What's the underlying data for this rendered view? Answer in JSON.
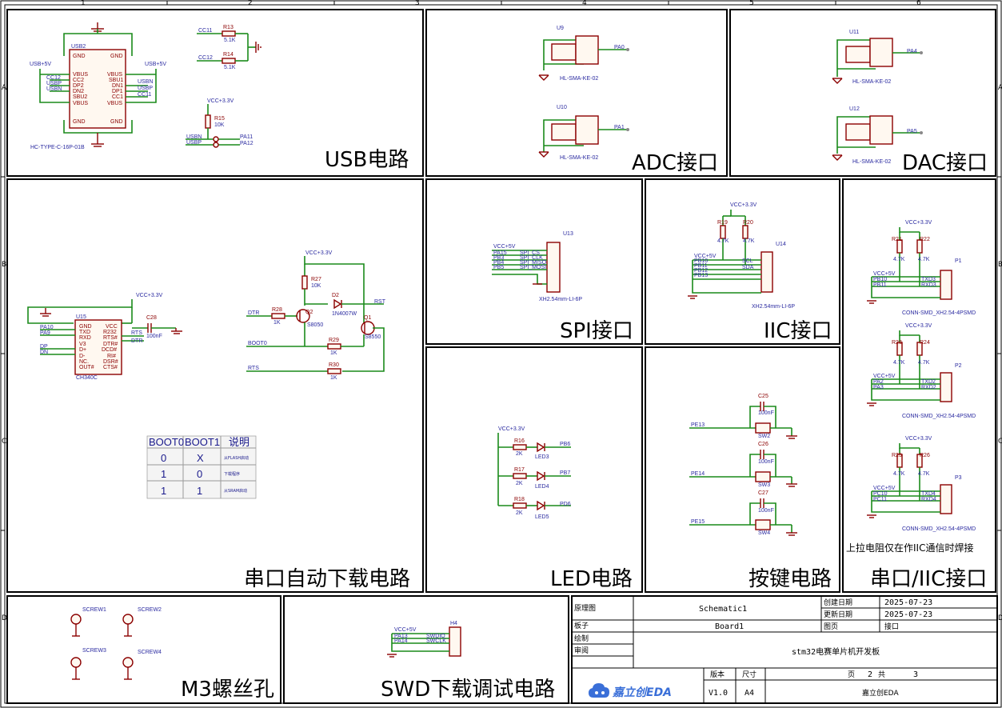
{
  "panels": {
    "usb": "USB电路",
    "adc": "ADC接口",
    "dac": "DAC接口",
    "serial_dl": "串口自动下载电路",
    "spi": "SPI接口",
    "iic": "IIC接口",
    "serial_iic": "串口/IIC接口",
    "led": "LED电路",
    "key": "按键电路",
    "screw": "M3螺丝孔",
    "swd": "SWD下载调试电路"
  },
  "iic_note": "上拉电阻仅在作IIC通信时焊接",
  "usb": {
    "ref": "USB2",
    "part": "HC-TYPE-C-16P-01B",
    "left_pins": [
      "GND",
      "VBUS",
      "CC2",
      "DP2",
      "DN2",
      "SBU2",
      "VBUS"
    ],
    "right_pins": [
      "GND",
      "VBUS",
      "SBU1",
      "DN1",
      "DP1",
      "CC1",
      "VBUS"
    ],
    "bottom_pin": "GND",
    "pwr_left": "USB+5V",
    "pwr_right": "USB+5V",
    "nets_left": [
      "CC12",
      "USBP",
      "USBN"
    ],
    "nets_right": [
      "USBN",
      "USBP",
      "CC11"
    ],
    "r13": "R13",
    "r13v": "5.1K",
    "r14": "R14",
    "r14v": "5.1K",
    "cc11": "CC11",
    "cc12": "CC12",
    "vcc": "VCC+3.3V",
    "r15": "R15",
    "r15v": "10K",
    "net_usbn": "USBN",
    "net_usbp": "USBP",
    "pa11": "PA11",
    "pa12": "PA12"
  },
  "adc": {
    "u9": "U9",
    "u10": "U10",
    "pa0": "PA0",
    "pa1": "PA1",
    "part": "HL-SMA-KE-02"
  },
  "dac": {
    "u11": "U11",
    "u12": "U12",
    "pa4": "PA4",
    "pa5": "PA5",
    "part": "HL-SMA-KE-02"
  },
  "serial_dl": {
    "vcc": "VCC+3.3V",
    "u15": "U15",
    "part": "CH340C",
    "left_pins": [
      "GND",
      "TXD",
      "RXD",
      "V3",
      "D+",
      "D-",
      "NC.",
      "OUT#"
    ],
    "right_pins": [
      "VCC",
      "R232",
      "RTS#",
      "DTR#",
      "DCD#",
      "RI#",
      "DSR#",
      "CTS#"
    ],
    "nets_left": [
      "PA10",
      "PA9",
      "DP",
      "DN"
    ],
    "nets_right": [
      "RTS",
      "DTR"
    ],
    "c28": "C28",
    "c28v": "100nF",
    "r27": "R27",
    "r27v": "10K",
    "d2": "D2",
    "d2v": "1N4007W",
    "rst": "RST",
    "dtr": "DTR",
    "r28": "R28",
    "r28v": "1K",
    "q2": "Q2",
    "q2v": "S8050",
    "q1": "Q1",
    "q1v": "S8550",
    "boot0": "BOOT0",
    "rts": "RTS",
    "r29": "R29",
    "r29v": "1K",
    "r30": "R30",
    "r30v": "1K"
  },
  "boot_table": {
    "headers": [
      "BOOT0",
      "BOOT1",
      "说明"
    ],
    "rows": [
      [
        "0",
        "X",
        "从FLASH启动"
      ],
      [
        "1",
        "0",
        "下载程序"
      ],
      [
        "1",
        "1",
        "从SRAM启动"
      ]
    ]
  },
  "spi": {
    "u13": "U13",
    "part": "XH2.54mm-LI-6P",
    "vcc": "VCC+5V",
    "nets": [
      "PA15",
      "PB3",
      "PB4",
      "PB5"
    ],
    "signals": [
      "SPI_CS",
      "SPI_CLK",
      "SPI_MISO",
      "SPI_MOSI"
    ]
  },
  "iic": {
    "vcc": "VCC+3.3V",
    "r19": "R19",
    "r20": "R20",
    "rv": "4.7K",
    "u14": "U14",
    "part": "XH2.54mm-LI-6P",
    "vcc5": "VCC+5V",
    "nets": [
      "PB10",
      "PB11",
      "PB12",
      "PB13"
    ],
    "signals": [
      "SCL",
      "SDA"
    ]
  },
  "serial_iic": {
    "vcc": "VCC+3.3V",
    "rv": "4.7K",
    "vcc5": "VCC+5V",
    "part": "CONN-SMD_XH2.54-4PSMD",
    "blocks": [
      {
        "ra": "R21",
        "rb": "R22",
        "conn": "P1",
        "n1": "PB10",
        "n2": "PB11",
        "s1": "TXD3",
        "s2": "RXD3"
      },
      {
        "ra": "R23",
        "rb": "R24",
        "conn": "P2",
        "n1": "PA2",
        "n2": "PA3",
        "s1": "TXD2",
        "s2": "RXD2"
      },
      {
        "ra": "R25",
        "rb": "R26",
        "conn": "P3",
        "n1": "PC10",
        "n2": "PC11",
        "s1": "TXD4",
        "s2": "RXD4"
      }
    ]
  },
  "led": {
    "vcc": "VCC+3.3V",
    "rv": "2K",
    "items": [
      {
        "r": "R16",
        "led": "LED3",
        "net": "PB6"
      },
      {
        "r": "R17",
        "led": "LED4",
        "net": "PB7"
      },
      {
        "r": "R18",
        "led": "LED5",
        "net": "PD6"
      }
    ]
  },
  "key": {
    "cv": "100nF",
    "items": [
      {
        "c": "C25",
        "sw": "SW2",
        "net": "PE13"
      },
      {
        "c": "C26",
        "sw": "SW3",
        "net": "PE14"
      },
      {
        "c": "C27",
        "sw": "SW4",
        "net": "PE15"
      }
    ]
  },
  "screw": [
    "SCREW1",
    "SCREW2",
    "SCREW3",
    "SCREW4"
  ],
  "swd": {
    "h4": "H4",
    "vcc": "VCC+5V",
    "nets": [
      "PA13",
      "PA14"
    ],
    "signals": [
      "SWDIO",
      "SWCLK"
    ]
  },
  "title_block": {
    "schematic_lbl": "原理图",
    "schematic": "Schematic1",
    "board_lbl": "板子",
    "board": "Board1",
    "draw_lbl": "绘制",
    "review_lbl": "审阅",
    "created_lbl": "创建日期",
    "created": "2025-07-23",
    "updated_lbl": "更新日期",
    "updated": "2025-07-23",
    "page_lbl": "图页",
    "page": "接口",
    "project": "stm32电赛单片机开发板",
    "version_lbl": "版本",
    "version": "V1.0",
    "size_lbl": "尺寸",
    "size": "A4",
    "page_no_lbl": "页",
    "page_no": "2",
    "total_lbl": "共",
    "total": "3",
    "logo": "嘉立创EDA",
    "company": "嘉立创EDA"
  },
  "ruler": {
    "top": [
      "1",
      "2",
      "3",
      "4",
      "5",
      "6"
    ],
    "side": [
      "A",
      "B",
      "C",
      "D"
    ]
  },
  "colors": {
    "wire": "#1a8a1a",
    "component": "#8b0000",
    "label": "#2a2aa0",
    "frame": "#000000"
  }
}
